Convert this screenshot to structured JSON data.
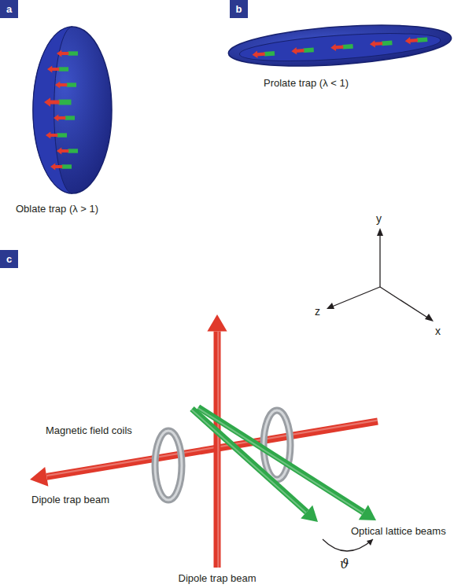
{
  "diagram": {
    "nodes": [
      {
        "text": [
          "a"
        ]
      },
      {
        "text": [
          "b"
        ]
      },
      {
        "text": [
          "c"
        ]
      }
    ],
    "labels": [
      "Oblate trap (λ > 1)",
      "Prolate trap (λ < 1)",
      "y",
      "z",
      "x",
      "Magnetic field coils",
      "Dipole trap beam",
      "Optical lattice beams",
      "ϑ",
      "Dipole trap beam"
    ]
  }
}
